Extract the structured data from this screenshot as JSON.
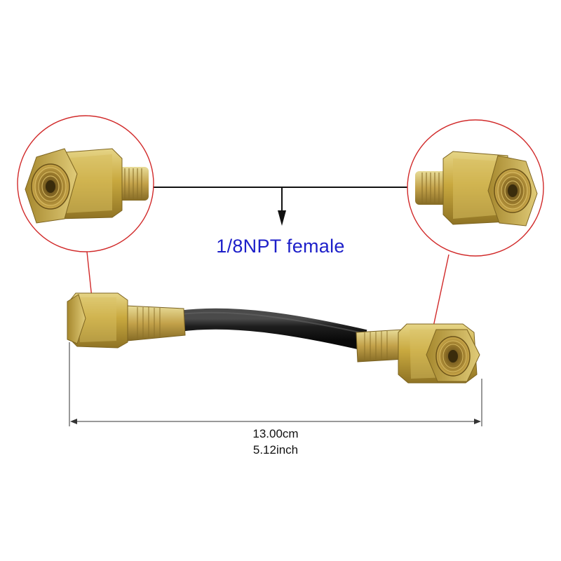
{
  "labels": {
    "thread_spec": "1/8NPT female",
    "length_cm": "13.00cm",
    "length_inch": "5.12inch"
  },
  "colors": {
    "label_blue": "#1d1fc9",
    "callout_red": "#d12a2a",
    "brass": "#c2a03c",
    "hose": "#1c1c1c"
  }
}
